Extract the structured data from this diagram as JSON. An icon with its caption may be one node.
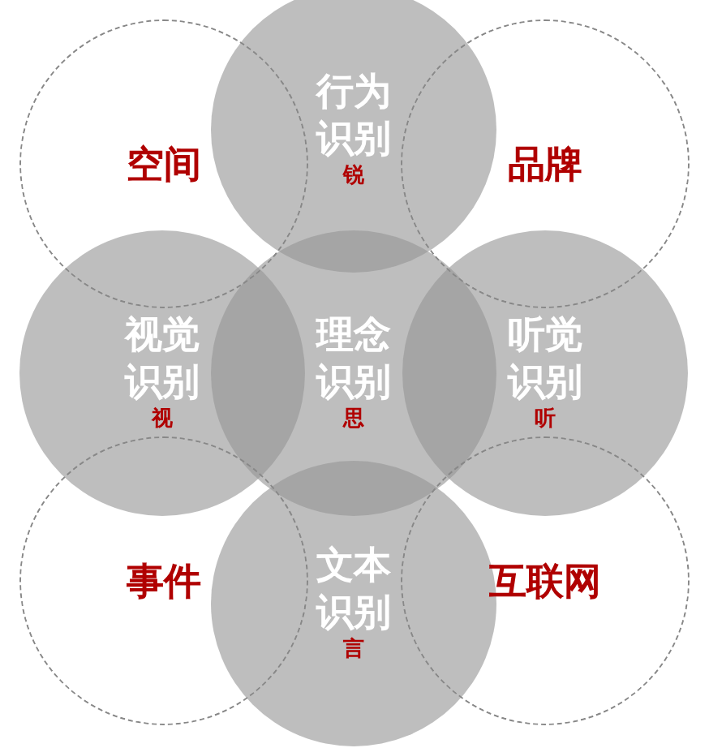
{
  "diagram": {
    "nodes": [
      {
        "text": [
          "空间"
        ]
      },
      {
        "text": [
          "行为识别",
          "锐"
        ]
      },
      {
        "text": [
          "品牌"
        ]
      },
      {
        "text": [
          "视觉识别",
          "视"
        ]
      },
      {
        "text": [
          "理念识别",
          "思"
        ]
      },
      {
        "text": [
          "听觉识别",
          "听"
        ]
      },
      {
        "text": [
          "事件"
        ]
      },
      {
        "text": [
          "文本识别",
          "言"
        ]
      },
      {
        "text": [
          "互联网"
        ]
      }
    ]
  }
}
